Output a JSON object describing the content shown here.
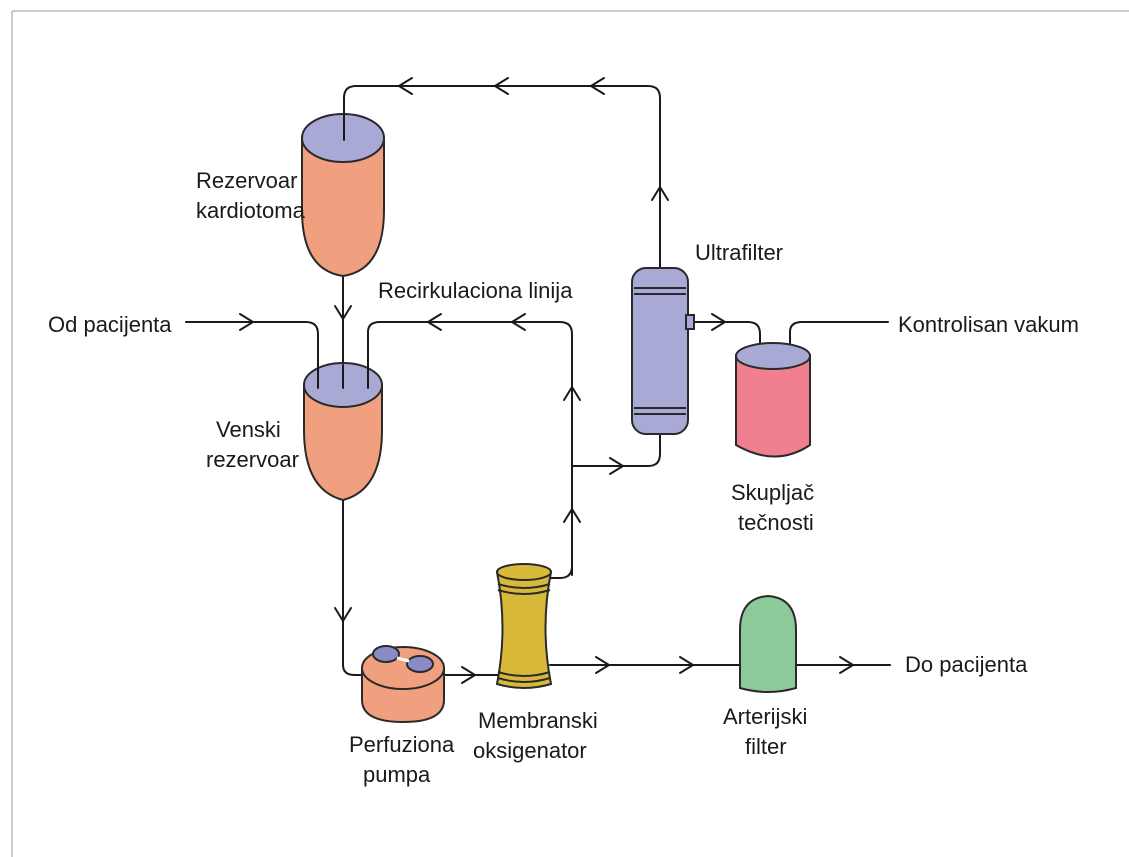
{
  "labels": {
    "od_pacijenta": "Od pacijenta",
    "do_pacijenta": "Do pacijenta",
    "kontrolisan_vakum": "Kontrolisan vakum",
    "recirkulaciona_linija": "Recirkulaciona linija",
    "ultrafilter": "Ultrafilter",
    "rezervoar_kardiotoma": [
      "Rezervoar",
      "kardiotoma"
    ],
    "venski_rezervoar": [
      "Venski",
      "rezervoar"
    ],
    "skupljac_tecnosti": [
      "Skupljač",
      "tečnosti"
    ],
    "perfuziona_pumpa": [
      "Perfuziona",
      "pumpa"
    ],
    "membranski_oksigenator": [
      "Membranski",
      "oksigenator"
    ],
    "arterijski_filter": [
      "Arterijski",
      "filter"
    ]
  },
  "colors": {
    "reservoir": "#f0a07e",
    "reservoir_top": "#a9a9d6",
    "ultrafilter": "#a9a9d6",
    "collector": "#f08090",
    "oxygenator": "#d9b93a",
    "arterial_filter": "#8ec99a",
    "pump": "#f0a07e",
    "pump_rollers": "#8a8ac8"
  }
}
